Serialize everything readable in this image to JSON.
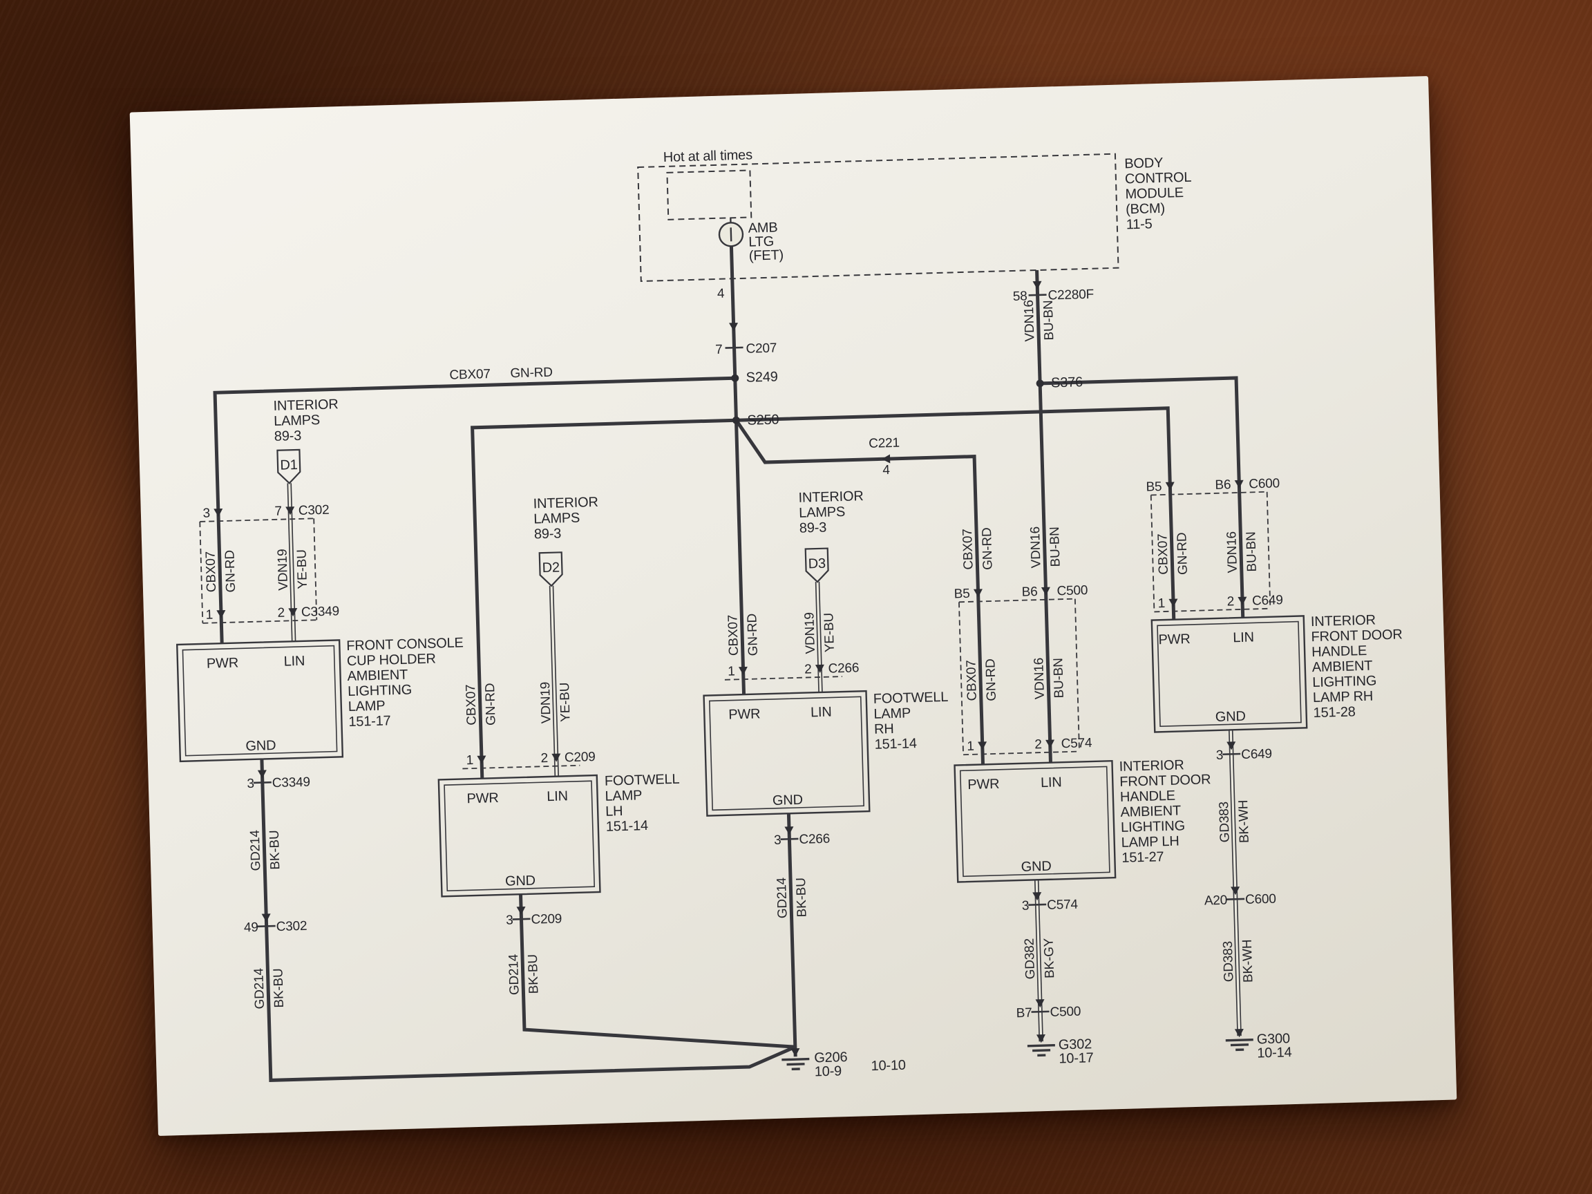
{
  "scene": {
    "paper_color": "#edebe3",
    "ink_color": "#37373c",
    "leather_color": "#5a2b12"
  },
  "feed": {
    "hot": "Hot at all times"
  },
  "bcm": {
    "lines": [
      "BODY",
      "CONTROL",
      "MODULE",
      "(BCM)",
      "11-5"
    ],
    "fet": [
      "AMB",
      "LTG",
      "(FET)"
    ],
    "pin4": "4",
    "pin58": "58",
    "conn58": "C2280F"
  },
  "splices": {
    "s249": "S249",
    "s250": "S250",
    "s376": "S376"
  },
  "inline": {
    "c207_pin": "7",
    "c207": "C207",
    "c221": "C221",
    "c221_pin": "4"
  },
  "wires": {
    "cbx07": {
      "code": "CBX07",
      "color": "GN-RD"
    },
    "vdn19": {
      "code": "VDN19",
      "color": "YE-BU"
    },
    "vdn16": {
      "code": "VDN16",
      "color": "BU-BN"
    },
    "gd214": {
      "code": "GD214",
      "color": "BK-BU"
    },
    "gd382": {
      "code": "GD382",
      "color": "BK-GY"
    },
    "gd383": {
      "code": "GD383",
      "color": "BK-WH"
    }
  },
  "terms": {
    "pwr": "PWR",
    "lin": "LIN",
    "gnd": "GND"
  },
  "interior_lamps": {
    "l1": "INTERIOR",
    "l2": "LAMPS",
    "l3": "89-3"
  },
  "cup": {
    "d": "D1",
    "top": {
      "l": "3",
      "r": "7",
      "c": "C302"
    },
    "mid": {
      "l": "1",
      "r": "2",
      "c": "C3349"
    },
    "box": [
      "FRONT CONSOLE",
      "CUP HOLDER",
      "AMBIENT",
      "LIGHTING",
      "LAMP",
      "151-17"
    ],
    "g1": {
      "pin": "3",
      "c": "C3349"
    },
    "g2": {
      "pin": "49",
      "c": "C302"
    }
  },
  "flh": {
    "d": "D2",
    "pins": {
      "l": "1",
      "r": "2",
      "c": "C209"
    },
    "box": [
      "FOOTWELL",
      "LAMP",
      "LH",
      "151-14"
    ],
    "g": {
      "pin": "3",
      "c": "C209"
    }
  },
  "frh": {
    "d": "D3",
    "pins": {
      "l": "1",
      "r": "2",
      "c": "C266"
    },
    "box": [
      "FOOTWELL",
      "LAMP",
      "RH",
      "151-14"
    ],
    "g": {
      "pin": "3",
      "c": "C266"
    }
  },
  "dlh": {
    "top": {
      "l": "B5",
      "r": "B6",
      "c": "C500"
    },
    "mid": {
      "l": "1",
      "r": "2",
      "c": "C574"
    },
    "box": [
      "INTERIOR",
      "FRONT DOOR",
      "HANDLE",
      "AMBIENT",
      "LIGHTING",
      "LAMP LH",
      "151-27"
    ],
    "g1": {
      "pin": "3",
      "c": "C574"
    },
    "g2": {
      "pin": "B7",
      "c": "C500"
    }
  },
  "drh": {
    "top": {
      "l": "B5",
      "r": "B6",
      "c": "C600"
    },
    "mid": {
      "l": "1",
      "r": "2",
      "c": "C649"
    },
    "box": [
      "INTERIOR",
      "FRONT DOOR",
      "HANDLE",
      "AMBIENT",
      "LIGHTING",
      "LAMP RH",
      "151-28"
    ],
    "g1": {
      "pin": "3",
      "c": "C649"
    },
    "g2": {
      "pin": "A20",
      "c": "C600"
    }
  },
  "grounds": {
    "g206": {
      "name": "G206",
      "ref": "10-9",
      "page": "10-10"
    },
    "g302": {
      "name": "G302",
      "ref": "10-17"
    },
    "g300": {
      "name": "G300",
      "ref": "10-14"
    }
  }
}
